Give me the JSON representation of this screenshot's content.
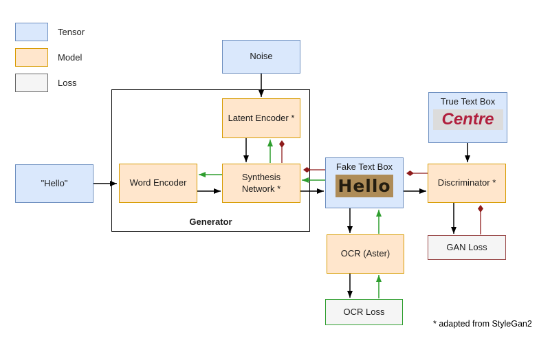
{
  "colors": {
    "tensor-fill": "#dae8fc",
    "tensor-stroke": "#6c8ebf",
    "model-fill": "#ffe6cc",
    "model-stroke": "#d79b00",
    "loss-fill": "#f5f5f5",
    "loss-stroke": "#666666",
    "gan-loss-stroke": "#9a4a4a",
    "ocr-loss-stroke": "#2e9e2e",
    "forward-arrow": "#000000",
    "ocr-grad-arrow": "#2e9e2e",
    "gan-grad-arrow": "#8e1b1b",
    "fake-sample-bg": "#ae8c58",
    "fake-sample-text": "#241d10",
    "true-sample-bg": "#dcdcdc",
    "true-sample-text": "#b01e3c"
  },
  "legend": {
    "items": [
      {
        "label": "Tensor",
        "type": "tensor"
      },
      {
        "label": "Model",
        "type": "model"
      },
      {
        "label": "Loss",
        "type": "loss"
      }
    ]
  },
  "nodes": {
    "input_text": {
      "label": "\"Hello\""
    },
    "noise": {
      "label": "Noise"
    },
    "latent_encoder": {
      "label": "Latent Encoder *"
    },
    "word_encoder": {
      "label": "Word Encoder"
    },
    "synthesis_network": {
      "label": "Synthesis Network *"
    },
    "generator": {
      "label": "Generator"
    },
    "fake_text_box": {
      "label": "Fake Text Box",
      "sample": "Hello"
    },
    "true_text_box": {
      "label": "True Text Box",
      "sample": "Centre"
    },
    "discriminator": {
      "label": "Discriminator *"
    },
    "gan_loss": {
      "label": "GAN Loss"
    },
    "ocr": {
      "label": "OCR (Aster)"
    },
    "ocr_loss": {
      "label": "OCR Loss"
    }
  },
  "footnote": "* adapted from StyleGan2"
}
